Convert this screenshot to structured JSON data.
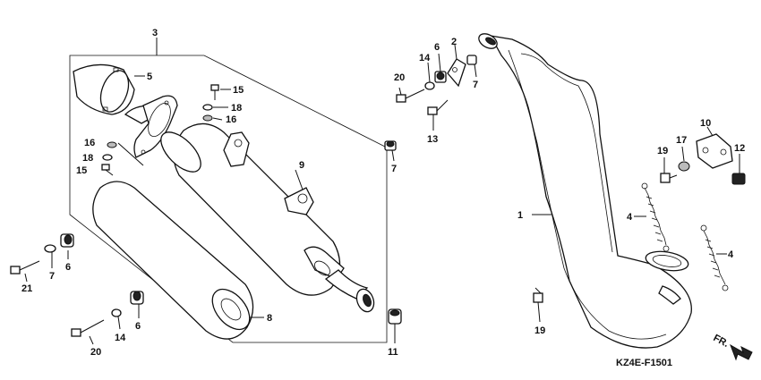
{
  "diagram": {
    "code": "KZ4E-F1501",
    "direction_label": "FR.",
    "callouts": {
      "c1": "1",
      "c2": "2",
      "c3": "3",
      "c4a": "4",
      "c4b": "4",
      "c5": "5",
      "c6a": "6",
      "c6b": "6",
      "c6c": "6",
      "c7a": "7",
      "c7b": "7",
      "c7c": "7",
      "c8": "8",
      "c9": "9",
      "c10": "10",
      "c11": "11",
      "c12": "12",
      "c13": "13",
      "c14a": "14",
      "c14b": "14",
      "c15a": "15",
      "c15b": "15",
      "c16a": "16",
      "c16b": "16",
      "c17": "17",
      "c18a": "18",
      "c18b": "18",
      "c19a": "19",
      "c19b": "19",
      "c20a": "20",
      "c20b": "20",
      "c21": "21"
    }
  }
}
